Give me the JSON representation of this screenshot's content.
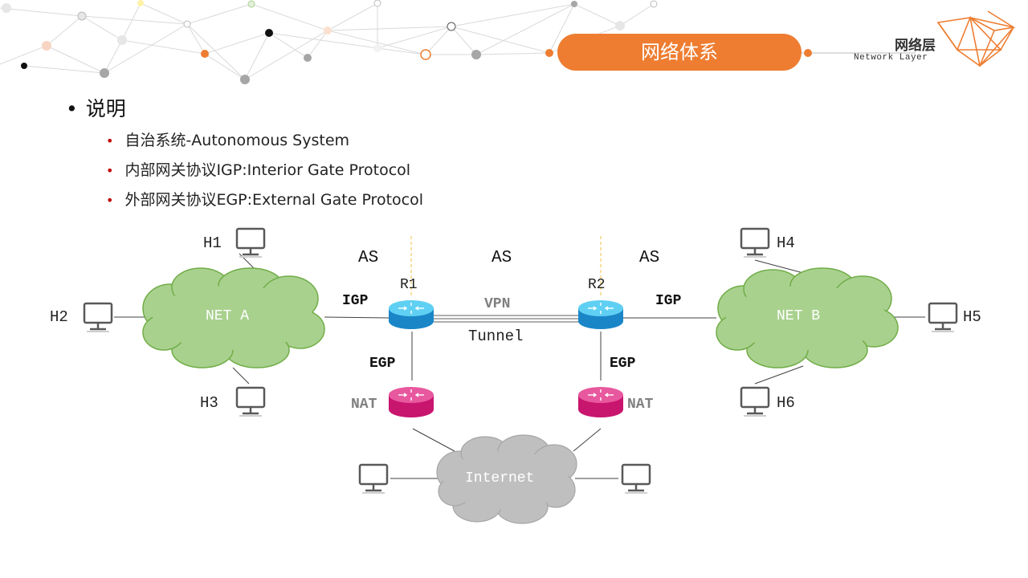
{
  "header": {
    "title": "网络体系",
    "logo_cn": "网络层",
    "logo_en": "Network Layer"
  },
  "content": {
    "main_bullet": "说明",
    "sub_bullets": [
      "自治系统-Autonomous System",
      "内部网关协议IGP:Interior Gate Protocol",
      "外部网关协议EGP:External Gate Protocol"
    ]
  },
  "diagram": {
    "as_labels": [
      "AS",
      "AS",
      "AS"
    ],
    "routers": [
      "R1",
      "R2"
    ],
    "igp_labels": [
      "IGP",
      "IGP"
    ],
    "egp_labels": [
      "EGP",
      "EGP"
    ],
    "nat_labels": [
      "NAT",
      "NAT"
    ],
    "vpn_label": "VPN",
    "tunnel_label": "Tunnel",
    "net_a": "NET A",
    "net_b": "NET B",
    "internet": "Internet",
    "hosts": [
      "H1",
      "H2",
      "H3",
      "H4",
      "H5",
      "H6"
    ]
  },
  "colors": {
    "accent": "#ee7d31",
    "router_blue": "#2aa7e0",
    "nat_magenta": "#d6247a",
    "cloud_green": "#a9d18e",
    "cloud_gray": "#bfbfbf",
    "bullet_red": "#c00000"
  }
}
